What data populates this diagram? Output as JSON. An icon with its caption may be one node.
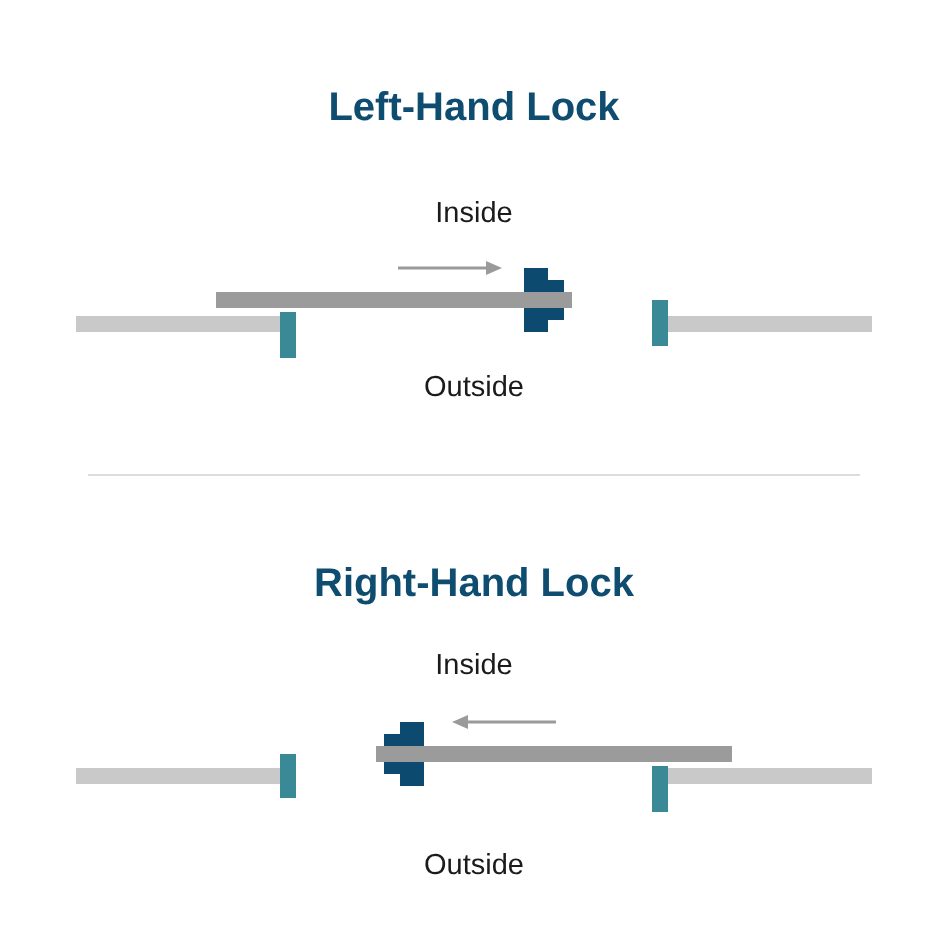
{
  "diagram": {
    "labels": [
      "Left-Hand Lock",
      "Inside",
      "Outside",
      "Right-Hand Lock",
      "Inside",
      "Outside"
    ]
  }
}
